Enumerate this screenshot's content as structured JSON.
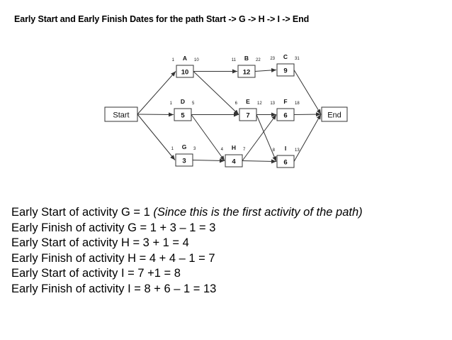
{
  "title": "Early Start and Early Finish Dates for the path Start -> G -> H -> I -> End",
  "network": {
    "start_label": "Start",
    "end_label": "End",
    "activities": [
      {
        "id": "A",
        "letter": "A",
        "es": "1",
        "ef": "10",
        "duration": "10"
      },
      {
        "id": "B",
        "letter": "B",
        "es": "11",
        "ef": "22",
        "duration": "12"
      },
      {
        "id": "C",
        "letter": "C",
        "es": "23",
        "ef": "31",
        "duration": "9"
      },
      {
        "id": "D",
        "letter": "D",
        "es": "1",
        "ef": "5",
        "duration": "5"
      },
      {
        "id": "E",
        "letter": "E",
        "es": "6",
        "ef": "12",
        "duration": "7"
      },
      {
        "id": "F",
        "letter": "F",
        "es": "13",
        "ef": "18",
        "duration": "6"
      },
      {
        "id": "G",
        "letter": "G",
        "es": "1",
        "ef": "3",
        "duration": "3"
      },
      {
        "id": "H",
        "letter": "H",
        "es": "4",
        "ef": "7",
        "duration": "4"
      },
      {
        "id": "I",
        "letter": "I",
        "es": "8",
        "ef": "13",
        "duration": "6"
      }
    ]
  },
  "lines": [
    {
      "text": "Early Start of activity G = 1 ",
      "note": "(Since this is the first activity of the path)"
    },
    {
      "text": "Early Finish of activity G = 1 + 3 – 1 = 3",
      "note": ""
    },
    {
      "text": "Early Start of activity H = 3 + 1 = 4",
      "note": ""
    },
    {
      "text": "Early Finish of activity H = 4 + 4 – 1 = 7",
      "note": ""
    },
    {
      "text": "Early Start of activity I = 7 +1 = 8",
      "note": ""
    },
    {
      "text": "Early Finish of activity I = 8 + 6 – 1 = 13",
      "note": ""
    }
  ]
}
